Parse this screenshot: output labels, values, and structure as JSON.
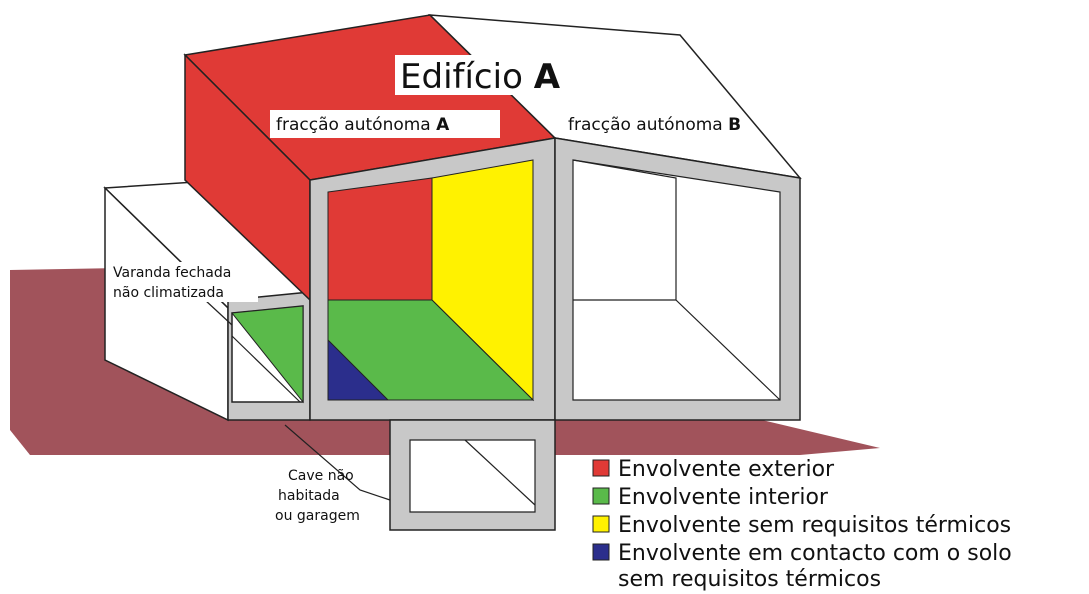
{
  "title": {
    "prefix": "Edifício ",
    "letter": "A"
  },
  "unit_a": {
    "prefix": "fracção autónoma ",
    "letter": "A"
  },
  "unit_b": {
    "prefix": "fracção autónoma ",
    "letter": "B"
  },
  "annex_label": [
    "Varanda fechada",
    "não climatizada"
  ],
  "basement_label": [
    "Cave não",
    "habitada",
    "ou garagem"
  ],
  "colors": {
    "exterior": "#e03a36",
    "interior": "#5aba4a",
    "no_requirements": "#fff200",
    "ground_contact": "#2b2e8c",
    "ground": "#9c4a52",
    "frame": "#c8c8c8",
    "outline": "#222222"
  },
  "legend": [
    {
      "label": "Envolvente exterior",
      "color": "#e03a36"
    },
    {
      "label": "Envolvente interior",
      "color": "#5aba4a"
    },
    {
      "label": "Envolvente sem requisitos térmicos",
      "color": "#fff200"
    },
    {
      "label": "Envolvente em contacto com o solo",
      "color": "#2b2e8c"
    },
    {
      "label": "sem requisitos térmicos",
      "color": null
    }
  ]
}
